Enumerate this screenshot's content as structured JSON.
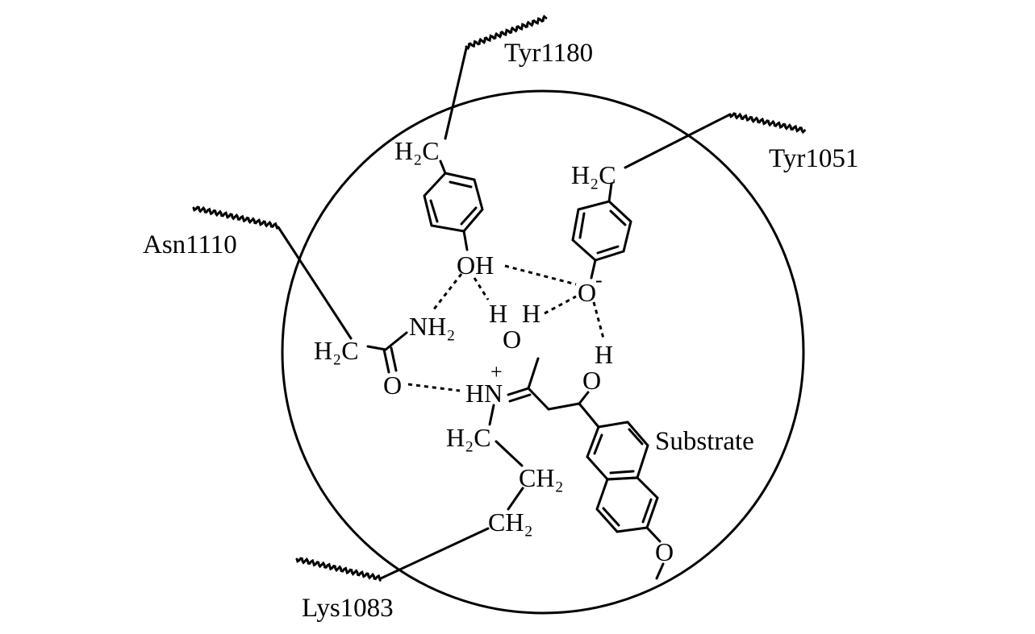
{
  "residues": {
    "tyr1180": "Tyr1180",
    "tyr1051": "Tyr1051",
    "asn1110": "Asn1110",
    "lys1083": "Lys1083",
    "substrate": "Substrate"
  },
  "atoms": {
    "tyr1180_ch2": "H₂C",
    "tyr1180_oh": "OH",
    "tyr1051_ch2": "H₂C",
    "tyr1051_o": "O",
    "tyr1051_charge": "-",
    "asn_ch2": "H₂C",
    "asn_nh2": "NH₂",
    "asn_o": "O",
    "water_h1": "H",
    "water_h2": "H",
    "water_o": "O",
    "substrate_h": "H",
    "substrate_o": "O",
    "lys_hn": "HN",
    "lys_charge": "+",
    "lys_ch2_a": "H₂C",
    "lys_ch2_b": "CH₂",
    "lys_ch2_c": "CH₂",
    "methoxy_o": "O"
  }
}
